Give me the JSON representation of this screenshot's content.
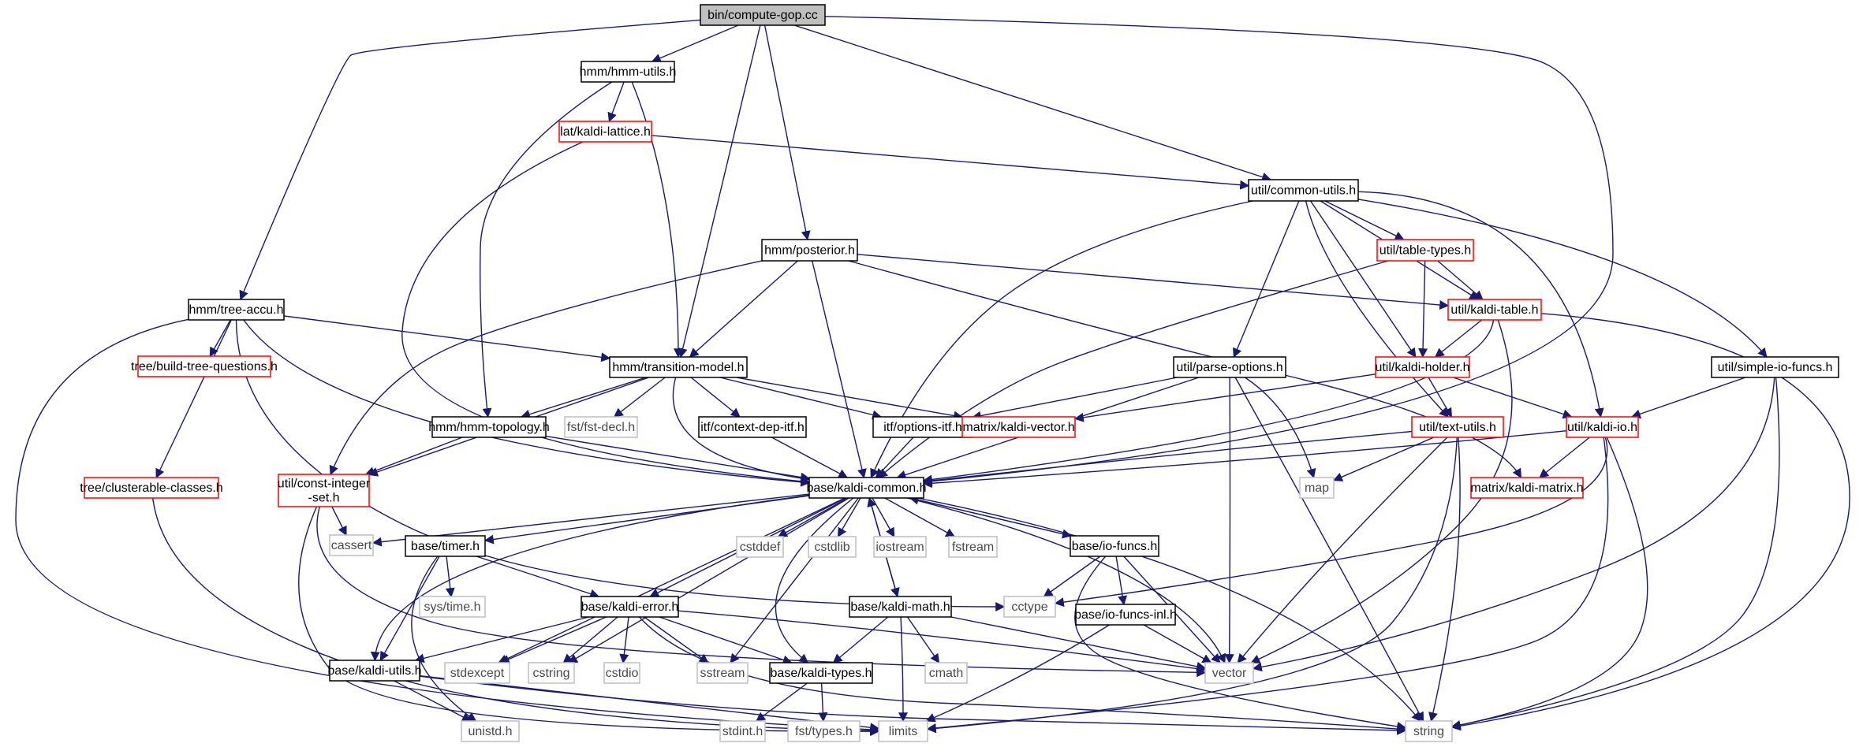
{
  "diagram": {
    "title": "bin/compute-gop.cc",
    "colors": {
      "edge": "#191970",
      "root_fill": "#bfbfbf",
      "normal_border": "#000000",
      "missing_border": "#ff0000",
      "system_border": "#bfbfbf"
    },
    "nodes": [
      {
        "id": "root",
        "label": "bin/compute-gop.cc",
        "kind": "root"
      },
      {
        "id": "hmm_utils",
        "label": "hmm/hmm-utils.h",
        "kind": "normal"
      },
      {
        "id": "kaldi_lattice",
        "label": "lat/kaldi-lattice.h",
        "kind": "missing"
      },
      {
        "id": "common_utils",
        "label": "util/common-utils.h",
        "kind": "normal"
      },
      {
        "id": "posterior",
        "label": "hmm/posterior.h",
        "kind": "normal"
      },
      {
        "id": "table_types",
        "label": "util/table-types.h",
        "kind": "missing"
      },
      {
        "id": "tree_accu",
        "label": "hmm/tree-accu.h",
        "kind": "normal"
      },
      {
        "id": "kaldi_table",
        "label": "util/kaldi-table.h",
        "kind": "missing"
      },
      {
        "id": "build_tree_q",
        "label": "tree/build-tree-questions.h",
        "kind": "missing"
      },
      {
        "id": "transition_model",
        "label": "hmm/transition-model.h",
        "kind": "normal"
      },
      {
        "id": "parse_options",
        "label": "util/parse-options.h",
        "kind": "normal"
      },
      {
        "id": "kaldi_holder",
        "label": "util/kaldi-holder.h",
        "kind": "missing"
      },
      {
        "id": "simple_io",
        "label": "util/simple-io-funcs.h",
        "kind": "normal"
      },
      {
        "id": "hmm_topology",
        "label": "hmm/hmm-topology.h",
        "kind": "normal"
      },
      {
        "id": "fst_decl",
        "label": "fst/fst-decl.h",
        "kind": "system"
      },
      {
        "id": "context_dep_itf",
        "label": "itf/context-dep-itf.h",
        "kind": "normal"
      },
      {
        "id": "options_itf",
        "label": "itf/options-itf.h",
        "kind": "normal"
      },
      {
        "id": "kaldi_vector",
        "label": "matrix/kaldi-vector.h",
        "kind": "missing"
      },
      {
        "id": "text_utils",
        "label": "util/text-utils.h",
        "kind": "missing"
      },
      {
        "id": "kaldi_io",
        "label": "util/kaldi-io.h",
        "kind": "missing"
      },
      {
        "id": "clusterable",
        "label": "tree/clusterable-classes.h",
        "kind": "missing"
      },
      {
        "id": "const_int_set",
        "label": "util/const-integer\n-set.h",
        "kind": "missing"
      },
      {
        "id": "kaldi_common",
        "label": "base/kaldi-common.h",
        "kind": "normal"
      },
      {
        "id": "map",
        "label": "map",
        "kind": "system"
      },
      {
        "id": "kaldi_matrix",
        "label": "matrix/kaldi-matrix.h",
        "kind": "missing"
      },
      {
        "id": "cassert",
        "label": "cassert",
        "kind": "system"
      },
      {
        "id": "timer",
        "label": "base/timer.h",
        "kind": "normal"
      },
      {
        "id": "cstddef",
        "label": "cstddef",
        "kind": "system"
      },
      {
        "id": "cstdlib",
        "label": "cstdlib",
        "kind": "system"
      },
      {
        "id": "iostream",
        "label": "iostream",
        "kind": "system"
      },
      {
        "id": "fstream",
        "label": "fstream",
        "kind": "system"
      },
      {
        "id": "io_funcs",
        "label": "base/io-funcs.h",
        "kind": "normal"
      },
      {
        "id": "sys_time",
        "label": "sys/time.h",
        "kind": "system"
      },
      {
        "id": "cctype",
        "label": "cctype",
        "kind": "system"
      },
      {
        "id": "kaldi_error",
        "label": "base/kaldi-error.h",
        "kind": "normal"
      },
      {
        "id": "kaldi_math",
        "label": "base/kaldi-math.h",
        "kind": "normal"
      },
      {
        "id": "io_funcs_inl",
        "label": "base/io-funcs-inl.h",
        "kind": "normal"
      },
      {
        "id": "kaldi_utils",
        "label": "base/kaldi-utils.h",
        "kind": "normal"
      },
      {
        "id": "stdexcept",
        "label": "stdexcept",
        "kind": "system"
      },
      {
        "id": "cstring",
        "label": "cstring",
        "kind": "system"
      },
      {
        "id": "cstdio",
        "label": "cstdio",
        "kind": "system"
      },
      {
        "id": "sstream",
        "label": "sstream",
        "kind": "system"
      },
      {
        "id": "kaldi_types",
        "label": "base/kaldi-types.h",
        "kind": "normal"
      },
      {
        "id": "cmath",
        "label": "cmath",
        "kind": "system"
      },
      {
        "id": "vector",
        "label": "vector",
        "kind": "system"
      },
      {
        "id": "unistd",
        "label": "unistd.h",
        "kind": "system"
      },
      {
        "id": "stdint",
        "label": "stdint.h",
        "kind": "system"
      },
      {
        "id": "fst_types",
        "label": "fst/types.h",
        "kind": "system"
      },
      {
        "id": "limits",
        "label": "limits",
        "kind": "system"
      },
      {
        "id": "string",
        "label": "string",
        "kind": "system"
      }
    ]
  }
}
